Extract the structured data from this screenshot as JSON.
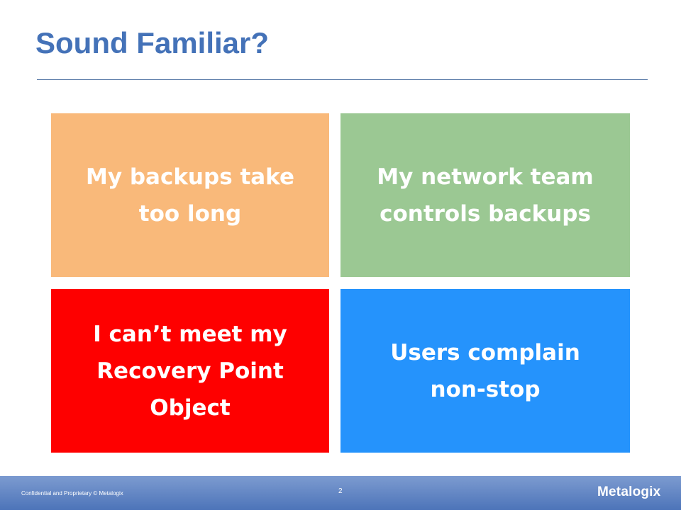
{
  "slide": {
    "title": "Sound Familiar?",
    "tiles": [
      {
        "text": "My backups take\ntoo long",
        "color": "#f9b97a"
      },
      {
        "text": "My network team\ncontrols backups",
        "color": "#9bc893"
      },
      {
        "text": "I can’t meet my\nRecovery Point\nObject",
        "color": "#fe0000"
      },
      {
        "text": "Users complain\nnon-stop",
        "color": "#2593fc"
      }
    ]
  },
  "footer": {
    "confidential": "Confidential and Proprietary © Metalogix",
    "page_number": "2",
    "logo": "Metalogix"
  }
}
